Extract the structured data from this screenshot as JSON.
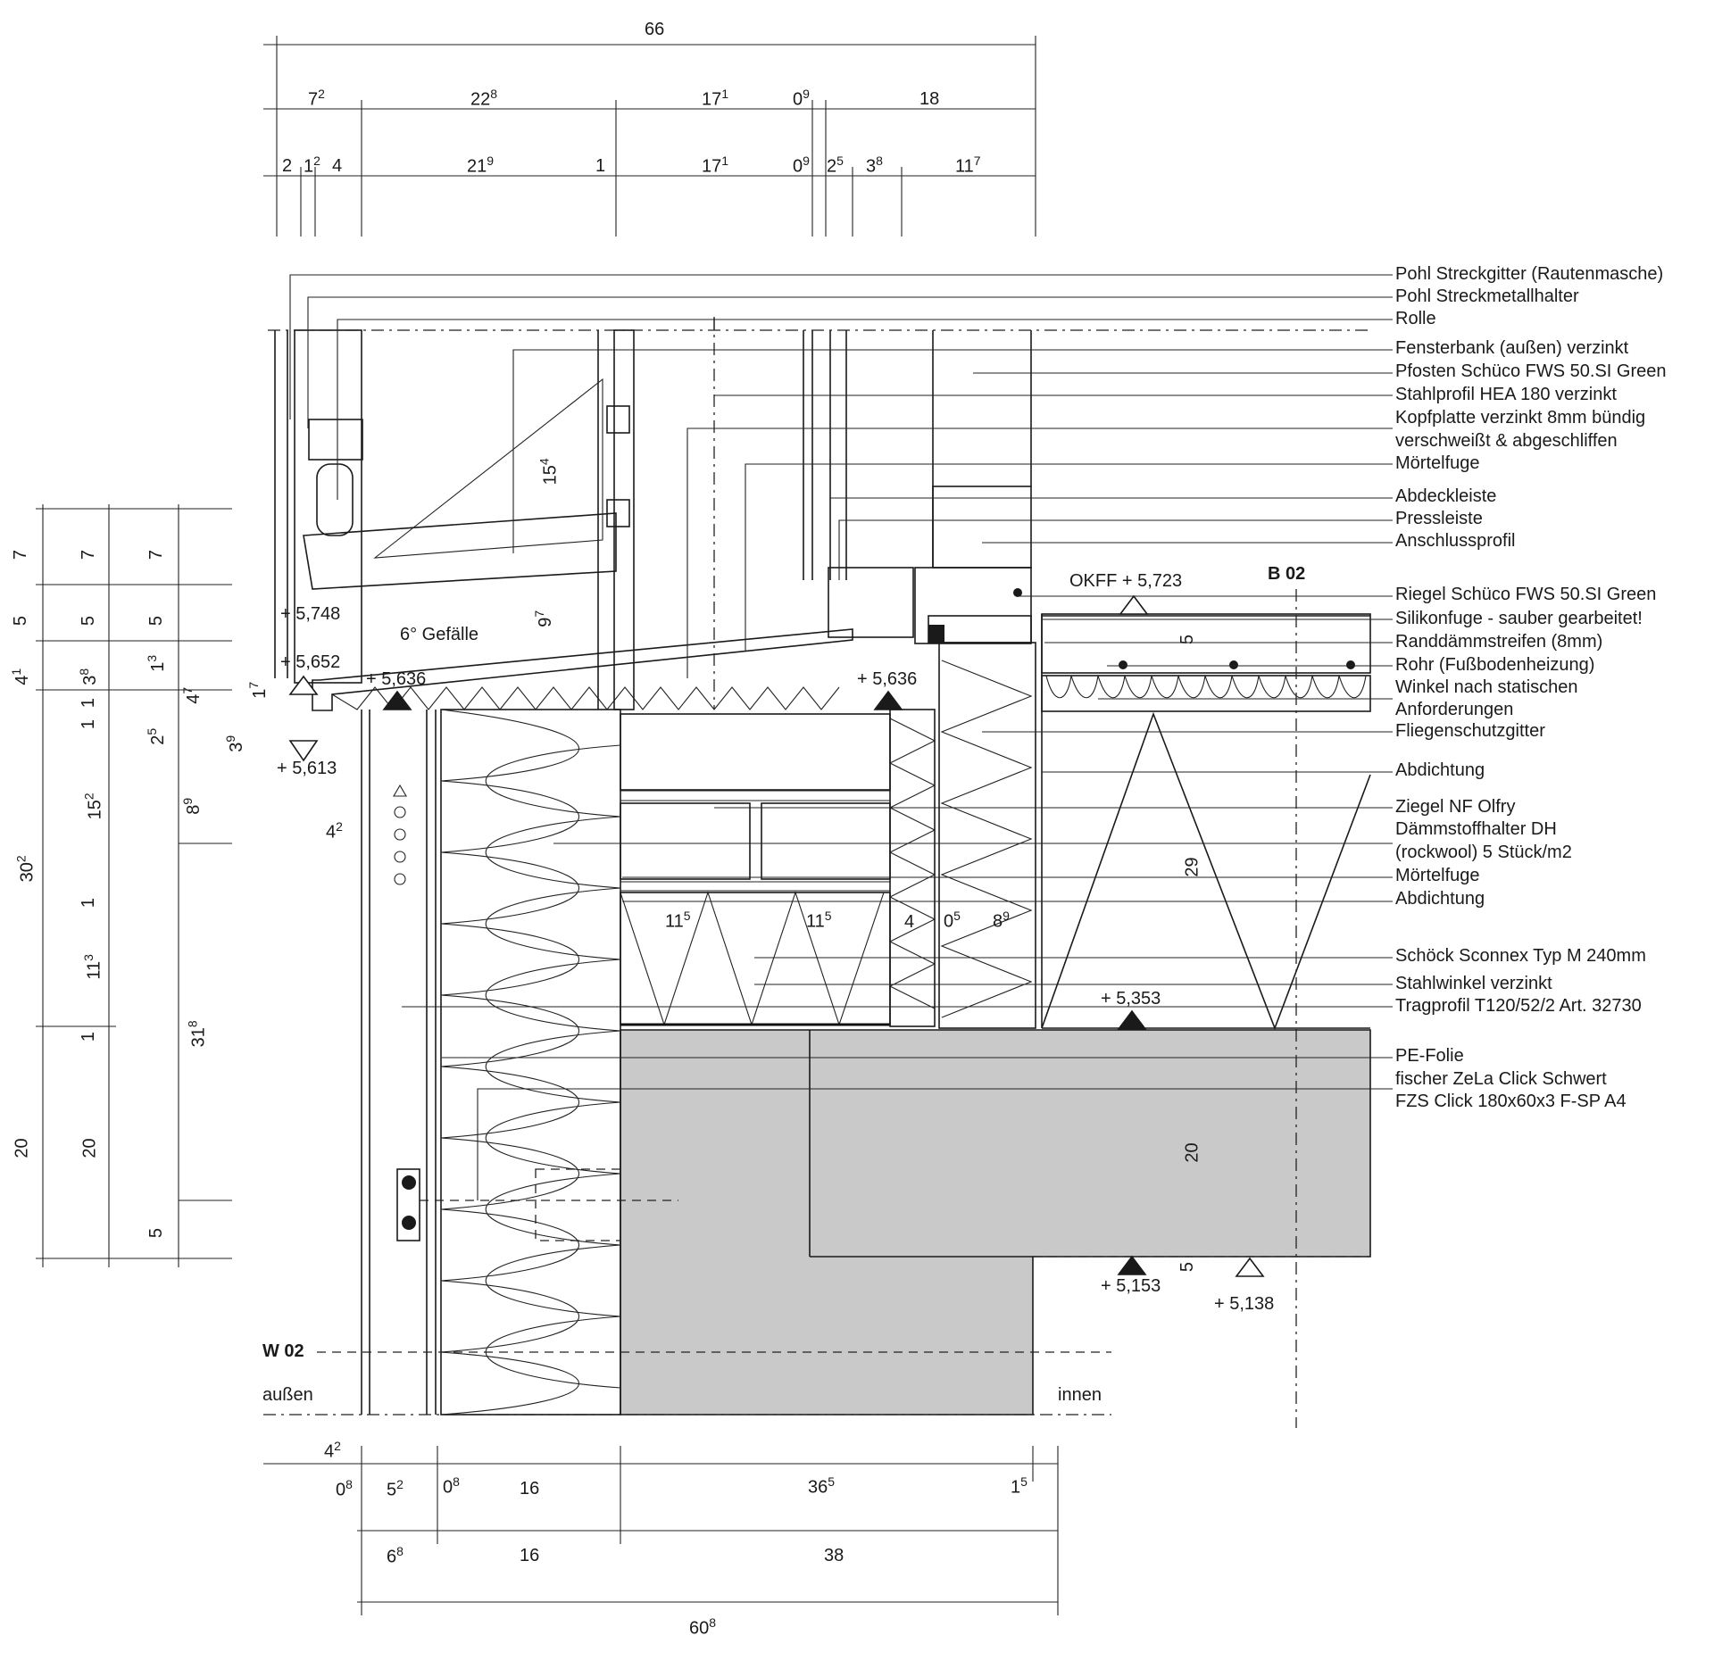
{
  "callouts": [
    "Pohl Streckgitter (Rautenmasche)",
    "Pohl Streckmetallhalter",
    "Rolle",
    "Fensterbank (außen) verzinkt",
    "Pfosten Schüco FWS 50.SI Green",
    "Stahlprofil HEA 180 verzinkt",
    "Kopfplatte verzinkt 8mm bündig",
    "verschweißt & abgeschliffen",
    "Mörtelfuge",
    "Abdeckleiste",
    "Pressleiste",
    "Anschlussprofil",
    "Riegel Schüco FWS 50.SI Green",
    "Silikonfuge - sauber gearbeitet!",
    "Randdämmstreifen (8mm)",
    "Rohr (Fußbodenheizung)",
    "Winkel nach statischen",
    "Anforderungen",
    "Fliegenschutzgitter",
    "Abdichtung",
    "Ziegel NF Olfry",
    "Dämmstoffhalter DH",
    "(rockwool) 5 Stück/m2",
    "Mörtelfuge",
    "Abdichtung",
    "Schöck Sconnex Typ M 240mm",
    "Stahlwinkel verzinkt",
    "Tragprofil T120/52/2 Art. 32730",
    "PE-Folie",
    "fischer ZeLa Click Schwert",
    "FZS Click 180x60x3 F-SP A4"
  ],
  "top_dims": {
    "overall": "66",
    "row1": [
      {
        "m": "7",
        "s": "2"
      },
      {
        "m": "22",
        "s": "8"
      },
      {
        "m": "17",
        "s": "1"
      },
      {
        "m": "0",
        "s": "9"
      },
      {
        "m": "18",
        "s": ""
      }
    ],
    "row2": [
      {
        "m": "2",
        "s": ""
      },
      {
        "m": "1",
        "s": "2"
      },
      {
        "m": "4",
        "s": ""
      },
      {
        "m": "21",
        "s": "9"
      },
      {
        "m": "1",
        "s": ""
      },
      {
        "m": "17",
        "s": "1"
      },
      {
        "m": "0",
        "s": "9"
      },
      {
        "m": "2",
        "s": "5"
      },
      {
        "m": "3",
        "s": "8"
      },
      {
        "m": "11",
        "s": "7"
      }
    ]
  },
  "left_dims": {
    "col1": [
      {
        "m": "7",
        "s": ""
      },
      {
        "m": "5",
        "s": ""
      },
      {
        "m": "4",
        "s": "1"
      },
      {
        "m": "30",
        "s": "2"
      },
      {
        "m": "20",
        "s": ""
      }
    ],
    "col2": [
      {
        "m": "7",
        "s": ""
      },
      {
        "m": "5",
        "s": ""
      },
      {
        "m": "3",
        "s": "8"
      },
      {
        "m": "1",
        "s": ""
      },
      {
        "m": "1",
        "s": ""
      },
      {
        "m": "15",
        "s": "2"
      },
      {
        "m": "1",
        "s": ""
      },
      {
        "m": "11",
        "s": "3"
      },
      {
        "m": "1",
        "s": ""
      },
      {
        "m": "20",
        "s": ""
      }
    ],
    "col3": [
      {
        "m": "7",
        "s": ""
      },
      {
        "m": "5",
        "s": ""
      },
      {
        "m": "1",
        "s": "3"
      },
      {
        "m": "4",
        "s": "7"
      },
      {
        "m": "2",
        "s": "5"
      },
      {
        "m": "3",
        "s": "9"
      },
      {
        "m": "8",
        "s": "9"
      },
      {
        "m": "31",
        "s": "8"
      },
      {
        "m": "5",
        "s": ""
      }
    ],
    "extra": [
      {
        "m": "1",
        "s": "7"
      },
      {
        "m": "4",
        "s": "2"
      }
    ]
  },
  "bottom_dims": {
    "row1": [
      {
        "m": "4",
        "s": "2"
      },
      {
        "m": "0",
        "s": "8"
      },
      {
        "m": "5",
        "s": "2"
      },
      {
        "m": "0",
        "s": "8"
      },
      {
        "m": "16",
        "s": ""
      },
      {
        "m": "36",
        "s": "5"
      },
      {
        "m": "1",
        "s": "5"
      }
    ],
    "row2": [
      {
        "m": "6",
        "s": "8"
      },
      {
        "m": "16",
        "s": ""
      },
      {
        "m": "38",
        "s": ""
      }
    ],
    "overall": {
      "m": "60",
      "s": "8"
    }
  },
  "inner_dims": [
    {
      "m": "15",
      "s": "4"
    },
    {
      "m": "9",
      "s": "7"
    },
    {
      "m": "11",
      "s": "5"
    },
    {
      "m": "11",
      "s": "5"
    },
    {
      "m": "4",
      "s": ""
    },
    {
      "m": "0",
      "s": "5"
    },
    {
      "m": "8",
      "s": "9"
    },
    {
      "m": "5",
      "s": ""
    },
    {
      "m": "29",
      "s": ""
    },
    {
      "m": "20",
      "s": ""
    },
    {
      "m": "5",
      "s": ""
    }
  ],
  "levels": {
    "l5748": "+ 5,748",
    "l5652": "+ 5,652",
    "l5636a": "+ 5,636",
    "l5636b": "+ 5,636",
    "l5613": "+ 5,613",
    "okff": "OKFF + 5,723",
    "l5353": "+ 5,353",
    "l5153": "+ 5,153",
    "l5138": "+ 5,138"
  },
  "slope": "6° Gefälle",
  "axes": {
    "b02": "B 02",
    "w02": "W 02"
  },
  "sides": {
    "outside": "außen",
    "inside": "innen"
  }
}
